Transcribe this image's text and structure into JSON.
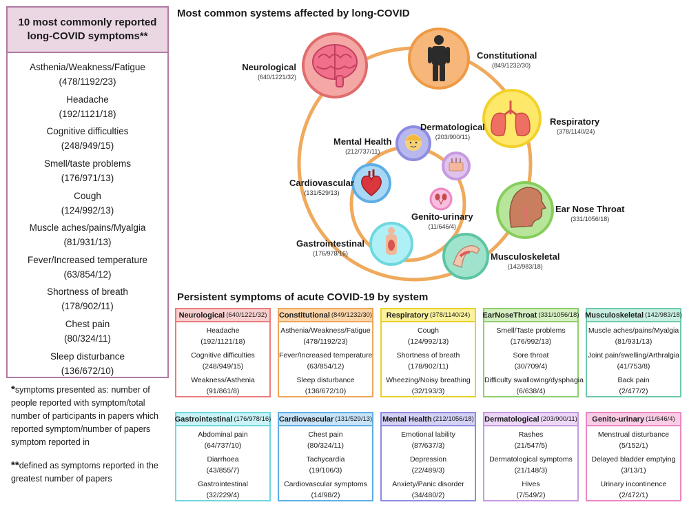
{
  "left_panel": {
    "title": "10 most commonly reported long-COVID symptoms**",
    "symptoms": [
      {
        "name": "Asthenia/Weakness/Fatigue",
        "stats": "(478/1192/23)"
      },
      {
        "name": "Headache",
        "stats": "(192/1121/18)"
      },
      {
        "name": "Cognitive difficulties",
        "stats": "(248/949/15)"
      },
      {
        "name": "Smell/taste problems",
        "stats": "(176/971/13)"
      },
      {
        "name": "Cough",
        "stats": "(124/992/13)"
      },
      {
        "name": "Muscle aches/pains/Myalgia",
        "stats": "(81/931/13)"
      },
      {
        "name": "Fever/Increased temperature",
        "stats": "(63/854/12)"
      },
      {
        "name": "Shortness of breath",
        "stats": "(178/902/11)"
      },
      {
        "name": "Chest pain",
        "stats": "(80/324/11)"
      },
      {
        "name": "Sleep disturbance",
        "stats": "(136/672/10)"
      }
    ]
  },
  "footnotes": {
    "note1_mark": "*",
    "note1": "symptoms presented as: number of people reported with symptom/total number of participants in papers which reported symptom/number of papers symptom reported in",
    "note2_mark": "**",
    "note2": "defined as symptoms reported in the greatest number of papers"
  },
  "diagram": {
    "title": "Most common systems affected by long-COVID",
    "nodes": [
      {
        "name": "Neurological",
        "stats": "(640/1221/32)",
        "icon": "brain-icon",
        "color": "#f4a7a5"
      },
      {
        "name": "Constitutional",
        "stats": "(849/1232/30)",
        "icon": "person-icon",
        "color": "#f7b77a"
      },
      {
        "name": "Respiratory",
        "stats": "(378/1140/24)",
        "icon": "lungs-icon",
        "color": "#fde86a"
      },
      {
        "name": "Ear Nose Throat",
        "stats": "(331/1056/18)",
        "icon": "head-profile-icon",
        "color": "#b7e59a"
      },
      {
        "name": "Musculoskeletal",
        "stats": "(142/983/18)",
        "icon": "arm-muscle-icon",
        "color": "#9fe3cd"
      },
      {
        "name": "Gastrointestinal",
        "stats": "(176/978/16)",
        "icon": "torso-icon",
        "color": "#aef0f5"
      },
      {
        "name": "Cardiovascular",
        "stats": "(131/529/13)",
        "icon": "heart-icon",
        "color": "#a9d8f5"
      },
      {
        "name": "Mental Health",
        "stats": "(212/737/11)",
        "icon": "face-icon",
        "color": "#b9b8ee"
      },
      {
        "name": "Dermatological",
        "stats": "(203/900/11)",
        "icon": "skin-icon",
        "color": "#e1c2ee"
      },
      {
        "name": "Genito-urinary",
        "stats": "(11/646/4)",
        "icon": "kidney-icon",
        "color": "#f8bedf"
      }
    ]
  },
  "boxes_section": {
    "title": "Persistent symptoms of acute COVID-19 by system",
    "boxes": [
      {
        "name": "Neurological",
        "stats": "(640/1221/32)",
        "border": "#ec7b7b",
        "header_bg": "#f8cfcf",
        "items": [
          [
            "Headache",
            "(192/1121/18)"
          ],
          [
            "Cognitive difficulties",
            "(248/949/15)"
          ],
          [
            "Weakness/Asthenia",
            "(91/861/8)"
          ]
        ]
      },
      {
        "name": "Constitutional",
        "stats": "(849/1232/30)",
        "border": "#f0a45a",
        "header_bg": "#fbd6a9",
        "items": [
          [
            "Asthenia/Weakness/Fatigue",
            "(478/1192/23)"
          ],
          [
            "Fever/Increased temperature",
            "(63/854/12)"
          ],
          [
            "Sleep disturbance",
            "(136/672/10)"
          ]
        ]
      },
      {
        "name": "Respiratory",
        "stats": "(378/1140/24)",
        "border": "#e8d227",
        "header_bg": "#fbf29e",
        "items": [
          [
            "Cough",
            "(124/992/13)"
          ],
          [
            "Shortness of breath",
            "(178/902/11)"
          ],
          [
            "Wheezing/Noisy breathing",
            "(32/193/3)"
          ]
        ]
      },
      {
        "name": "EarNoseThroat",
        "stats": "(331/1056/18)",
        "border": "#8fcf6c",
        "header_bg": "#d6f0c2",
        "items": [
          [
            "Smell/Taste problems",
            "(176/992/13)"
          ],
          [
            "Sore throat",
            "(30/709/4)"
          ],
          [
            "Difficulty swallowing/dysphagia",
            "(6/638/4)"
          ]
        ]
      },
      {
        "name": "Musculoskeletal",
        "stats": "(142/983/18)",
        "border": "#6cc9ad",
        "header_bg": "#c9efe2",
        "items": [
          [
            "Muscle aches/pains/Myalgia",
            "(81/931/13)"
          ],
          [
            "Joint pain/swelling/Arthralgia",
            "(41/753/8)"
          ],
          [
            "Back pain",
            "(2/477/2)"
          ]
        ]
      },
      {
        "name": "Gastrointestinal",
        "stats": "(176/978/16)",
        "border": "#6fd8de",
        "header_bg": "#c9f3f6",
        "items": [
          [
            "Abdominal pain",
            "(64/737/10)"
          ],
          [
            "Diarrhoea",
            "(43/855/7)"
          ],
          [
            "Gastrointestinal",
            "(32/229/4)"
          ]
        ]
      },
      {
        "name": "Cardiovascular",
        "stats": "(131/529/13)",
        "border": "#5eaee6",
        "header_bg": "#c7e3f8",
        "items": [
          [
            "Chest pain",
            "(80/324/11)"
          ],
          [
            "Tachycardia",
            "(19/106/3)"
          ],
          [
            "Cardiovascular symptoms",
            "(14/98/2)"
          ]
        ]
      },
      {
        "name": "Mental Health",
        "stats": "(212/1056/18)",
        "border": "#8e8ce0",
        "header_bg": "#d3d2f5",
        "items": [
          [
            "Emotional lability",
            "(87/637/3)"
          ],
          [
            "Depression",
            "(22/489/3)"
          ],
          [
            "Anxiety/Panic disorder",
            "(34/480/2)"
          ]
        ]
      },
      {
        "name": "Dermatological",
        "stats": "(203/900/11)",
        "border": "#c69ae0",
        "header_bg": "#ecd8f6",
        "items": [
          [
            "Rashes",
            "(21/547/5)"
          ],
          [
            "Dermatological symptoms",
            "(21/148/3)"
          ],
          [
            "Hives",
            "(7/549/2)"
          ]
        ]
      },
      {
        "name": "Genito-urinary",
        "stats": "(11/646/4)",
        "border": "#ee86c2",
        "header_bg": "#f9cde6",
        "items": [
          [
            "Menstrual disturbance",
            "(5/152/1)"
          ],
          [
            "Delayed bladder emptying",
            "(3/13/1)"
          ],
          [
            "Urinary incontinence",
            "(2/472/1)"
          ]
        ]
      }
    ]
  }
}
